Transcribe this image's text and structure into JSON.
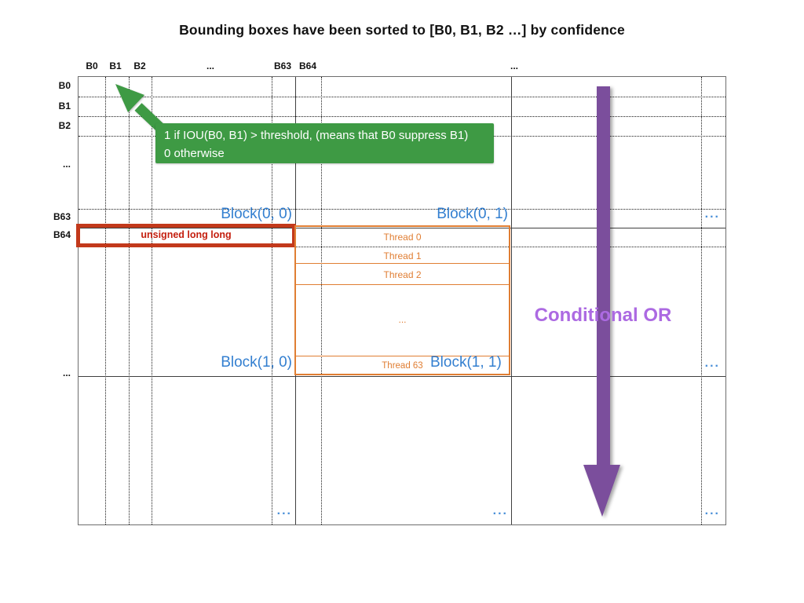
{
  "title": "Bounding boxes have been sorted to [B0, B1, B2 …] by confidence",
  "grid": {
    "column_headers": [
      "B0",
      "B1",
      "B2",
      "...",
      "B63",
      "B64",
      "..."
    ],
    "row_headers": [
      "B0",
      "B1",
      "B2",
      "...",
      "B63",
      "B64",
      "..."
    ]
  },
  "blocks": {
    "b00": "Block(0, 0)",
    "b01": "Block(0, 1)",
    "b10": "Block(1, 0)",
    "b11": "Block(1, 1)",
    "more": "..."
  },
  "threads": [
    "Thread 0",
    "Thread 1",
    "Thread 2",
    "...",
    "Thread 63"
  ],
  "callout": {
    "line1": "1 if IOU(B0, B1) > threshold, (means that B0 suppress B1)",
    "line2": "0 otherwise"
  },
  "memory_label": "unsigned long long",
  "reduction_label": "Conditional OR",
  "colors": {
    "green": "#3e9a44",
    "blue_label": "#337fd0",
    "blue_dots": "#4a90d9",
    "orange": "#e07e33",
    "red_border": "#c2391b",
    "red_text": "#c41e0e",
    "purple_arrow": "#7b4e9c",
    "purple_text": "#ac6ae2"
  }
}
